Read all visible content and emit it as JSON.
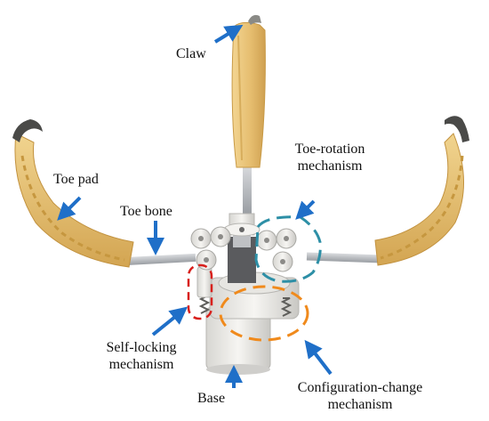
{
  "labels": {
    "claw": "Claw",
    "toe_pad": "Toe pad",
    "toe_bone": "Toe bone",
    "toe_rotation_1": "Toe-rotation",
    "toe_rotation_2": "mechanism",
    "self_locking_1": "Self-locking",
    "self_locking_2": "mechanism",
    "base": "Base",
    "config_change_1": "Configuration-change",
    "config_change_2": "mechanism"
  },
  "colors": {
    "arrow": "#1f6fc8",
    "pad": "#e8c37a",
    "pad_dark": "#c99a48",
    "metal": "#b9bcc0",
    "white_part": "#eeeeec",
    "red_dash": "#d8201c",
    "orange_dash": "#f08a1c",
    "teal_dash": "#2d8fa6"
  }
}
